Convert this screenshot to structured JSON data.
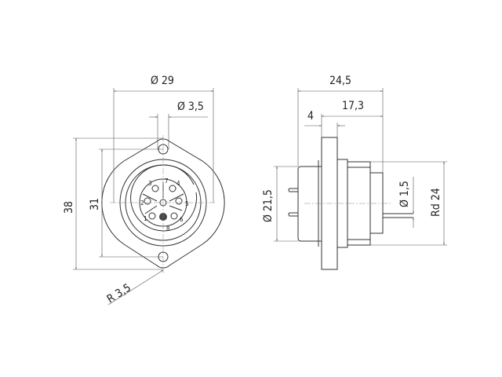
{
  "front_view": {
    "dim_outer_diameter": "Ø 29",
    "dim_hole_diameter": "Ø 3,5",
    "dim_height_total": "38",
    "dim_hole_spacing": "31",
    "dim_radius": "R 3,5",
    "pin_numbers": [
      "1",
      "2",
      "3",
      "4",
      "5",
      "6",
      "7",
      "8"
    ]
  },
  "side_view": {
    "dim_total_length": "24,5",
    "dim_rear_length": "17,3",
    "dim_flange": "4",
    "dim_front_diameter": "Ø 21,5",
    "dim_pin_diameter": "Ø 1,5",
    "dim_thread": "Rd 24"
  }
}
